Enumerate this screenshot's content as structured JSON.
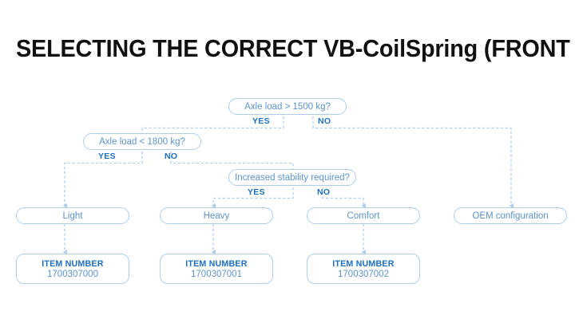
{
  "title": "SELECTING THE CORRECT VB-CoilSpring (FRONT AXLE)",
  "colors": {
    "title_text": "#111111",
    "node_border": "#AFCDEA",
    "node_text": "#5C93CE",
    "label_text": "#1D6FC0",
    "item_title_text": "#1D6FC0",
    "connector": "#AFCDEA",
    "background": "#FFFFFF"
  },
  "flow": {
    "decisions": [
      {
        "id": "d1",
        "label": "Axle load > 1500 kg?",
        "yes": "YES",
        "no": "NO"
      },
      {
        "id": "d2",
        "label": "Axle load < 1800 kg?",
        "yes": "YES",
        "no": "NO"
      },
      {
        "id": "d3",
        "label": "Increased stability required?",
        "yes": "YES",
        "no": "NO"
      }
    ],
    "results": [
      {
        "id": "r1",
        "label": "Light"
      },
      {
        "id": "r2",
        "label": "Heavy"
      },
      {
        "id": "r3",
        "label": "Comfort"
      },
      {
        "id": "r4",
        "label": "OEM configuration"
      }
    ],
    "items": [
      {
        "id": "i1",
        "title": "ITEM NUMBER",
        "value": "1700307000"
      },
      {
        "id": "i2",
        "title": "ITEM NUMBER",
        "value": "1700307001"
      },
      {
        "id": "i3",
        "title": "ITEM NUMBER",
        "value": "1700307002"
      }
    ]
  }
}
